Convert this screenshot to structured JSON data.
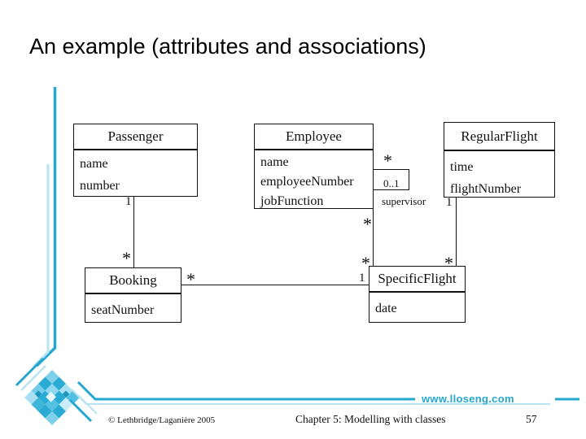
{
  "slide": {
    "title": "An example (attributes and associations)",
    "footer": {
      "website": "www.lloseng.com",
      "copyright": "© Lethbridge/Laganière 2005",
      "chapter": "Chapter 5: Modelling with classes",
      "page_number": "57"
    },
    "colors": {
      "accent_dark": "#25a8d0",
      "accent_light": "#b9e4f2"
    }
  },
  "diagram": {
    "type": "uml-class-diagram",
    "classes": [
      {
        "name": "Passenger",
        "attributes": [
          "name",
          "number"
        ]
      },
      {
        "name": "Employee",
        "attributes": [
          "name",
          "employeeNumber",
          "jobFunction"
        ]
      },
      {
        "name": "RegularFlight",
        "attributes": [
          "time",
          "flightNumber"
        ]
      },
      {
        "name": "Booking",
        "attributes": [
          "seatNumber"
        ]
      },
      {
        "name": "SpecificFlight",
        "attributes": [
          "date"
        ]
      }
    ],
    "associations": [
      {
        "from": "Passenger",
        "to": "Booking",
        "from_mult": "1",
        "to_mult": "*"
      },
      {
        "from": "Booking",
        "to": "SpecificFlight",
        "from_mult": "*",
        "to_mult": "1"
      },
      {
        "from": "Employee",
        "to": "SpecificFlight",
        "from_mult": "*",
        "to_mult": "*"
      },
      {
        "from": "RegularFlight",
        "to": "SpecificFlight",
        "from_mult": "1",
        "to_mult": "*"
      },
      {
        "from": "Employee",
        "to": "Employee",
        "from_mult": "*",
        "to_mult": "0..1",
        "role": "supervisor"
      }
    ]
  }
}
